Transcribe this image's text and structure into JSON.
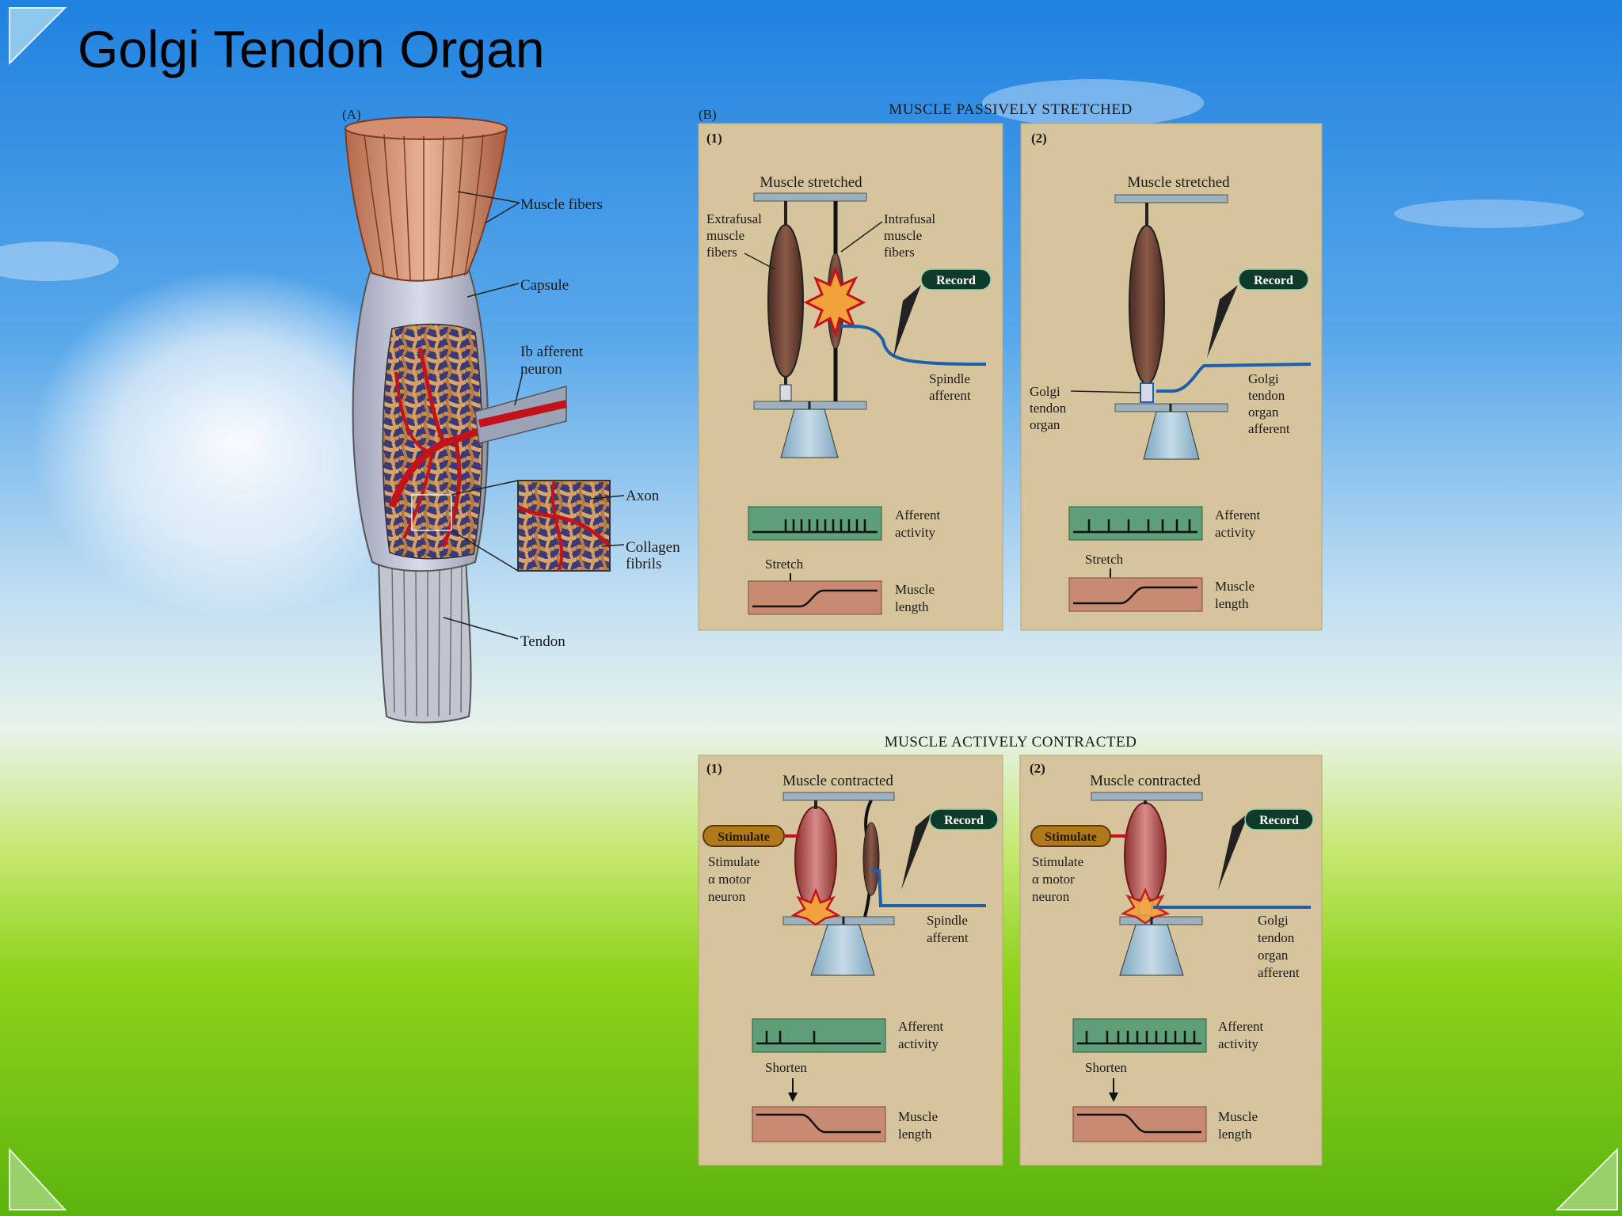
{
  "slide": {
    "title": "Golgi Tendon Organ"
  },
  "panel_a": {
    "label": "(A)",
    "callouts": {
      "muscle_fibers": "Muscle fibers",
      "capsule": "Capsule",
      "ib_afferent_1": "Ib afferent",
      "ib_afferent_2": "neuron",
      "axon": "Axon",
      "collagen_1": "Collagen",
      "collagen_2": "fibrils",
      "tendon": "Tendon"
    }
  },
  "panel_b": {
    "label": "(B)",
    "passive_header": "MUSCLE PASSIVELY STRETCHED",
    "active_header": "MUSCLE ACTIVELY CONTRACTED",
    "p1": {
      "num": "(1)",
      "title": "Muscle stretched",
      "extrafusal": [
        "Extrafusal",
        "muscle",
        "fibers"
      ],
      "intrafusal": [
        "Intrafusal",
        "muscle",
        "fibers"
      ],
      "record": "Record",
      "spindle": [
        "Spindle",
        "afferent"
      ],
      "afferent": [
        "Afferent",
        "activity"
      ],
      "stretch": "Stretch",
      "length": [
        "Muscle",
        "length"
      ]
    },
    "p2": {
      "num": "(2)",
      "title": "Muscle stretched",
      "record": "Record",
      "golgi_left": [
        "Golgi",
        "tendon",
        "organ"
      ],
      "golgi_right": [
        "Golgi",
        "tendon",
        "organ",
        "afferent"
      ],
      "afferent": [
        "Afferent",
        "activity"
      ],
      "stretch": "Stretch",
      "length": [
        "Muscle",
        "length"
      ]
    },
    "p3": {
      "num": "(1)",
      "title": "Muscle contracted",
      "stimulate_btn": "Stimulate",
      "stimulate_text": [
        "Stimulate",
        "α motor",
        "neuron"
      ],
      "record": "Record",
      "spindle": [
        "Spindle",
        "afferent"
      ],
      "afferent": [
        "Afferent",
        "activity"
      ],
      "shorten": "Shorten",
      "length": [
        "Muscle",
        "length"
      ]
    },
    "p4": {
      "num": "(2)",
      "title": "Muscle contracted",
      "stimulate_btn": "Stimulate",
      "stimulate_text": [
        "Stimulate",
        "α motor",
        "neuron"
      ],
      "record": "Record",
      "golgi_right": [
        "Golgi",
        "tendon",
        "organ",
        "afferent"
      ],
      "afferent": [
        "Afferent",
        "activity"
      ],
      "shorten": "Shorten",
      "length": [
        "Muscle",
        "length"
      ]
    }
  },
  "colors": {
    "panel_bg": "#d6c49c",
    "record_bg": "#0e3b2a",
    "stimulate_bg": "#b07a1c",
    "trace_bg": "#5e9e78",
    "length_bg": "#c98a72",
    "nerve_blue": "#1f5ea8",
    "axon_red": "#c4121a"
  }
}
